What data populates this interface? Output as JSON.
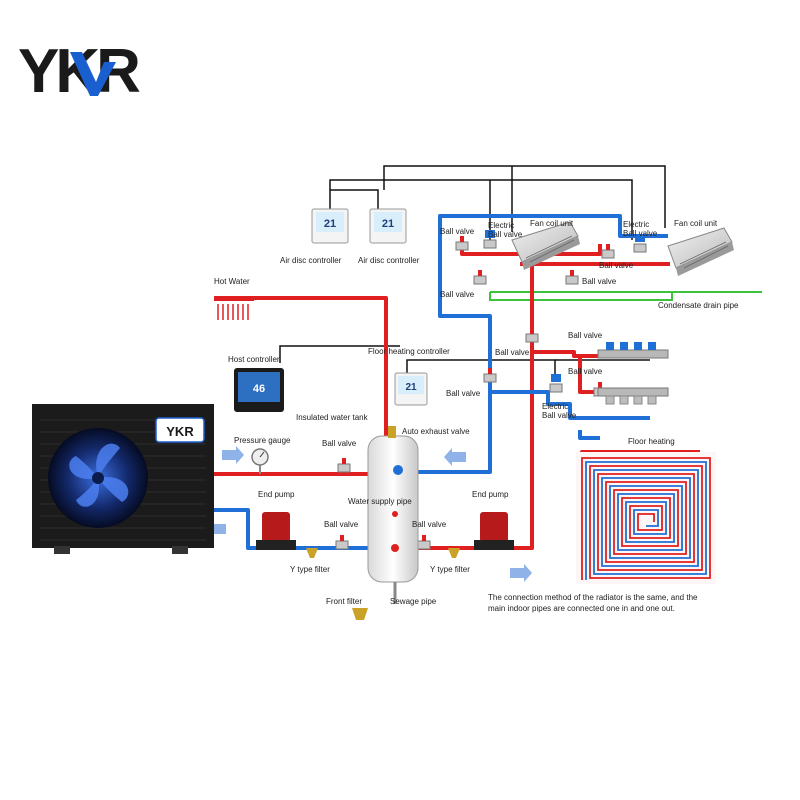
{
  "brand": {
    "logo": "YKR",
    "unit_badge": "YKR"
  },
  "thermostats": {
    "air_disc_display": "21",
    "floor_display": "21",
    "host_display": "46"
  },
  "labels": {
    "hot_water": "Hot Water",
    "host_controller": "Host controller",
    "air_disc_controller_1": "Air disc controller",
    "air_disc_controller_2": "Air disc controller",
    "ball_valve_top_left": "Ball valve",
    "electric_ball_valve_1": "Electric\nBall valve",
    "fan_coil_unit_1": "Fan coil unit",
    "electric_ball_valve_2": "Electric\nBall valve",
    "fan_coil_unit_2": "Fan coil unit",
    "ball_valve_fc1_left": "Ball valve",
    "ball_valve_fc_mid": "Ball valve",
    "ball_valve_fc_right": "Ball valve",
    "condensate_drain_pipe": "Condensate drain pipe",
    "ball_valve_manifold_top": "Ball valve",
    "ball_valve_riser": "Ball valve",
    "floor_heating_controller": "Floor heating controller",
    "ball_valve_floor": "Ball valve",
    "ball_valve_manifold_bottom": "Ball valve",
    "electric_ball_valve_floor": "Electric\nBall valve",
    "insulated_water_tank": "Insulated water tank",
    "auto_exhaust_valve": "Auto exhaust valve",
    "pressure_gauge": "Pressure gauge",
    "ball_valve_top_hp": "Ball valve",
    "floor_heating": "Floor heating",
    "end_pump_left": "End pump",
    "water_supply_pipe": "Water supply pipe",
    "end_pump_right": "End pump",
    "ball_valve_left_bottom": "Ball valve",
    "ball_valve_right_bottom": "Ball valve",
    "y_filter_left": "Y type filter",
    "y_filter_right": "Y type filter",
    "front_filter": "Front filter",
    "sewage_pipe": "Sewage pipe",
    "note": "The connection method of the radiator is the same, and the\nmain indoor pipes are connected one in and one out."
  },
  "colors": {
    "hot_pipe": "#e02020",
    "cold_pipe": "#1f6fd6",
    "drain_pipe": "#3cc23c",
    "wire": "#111111",
    "brand": "#1a1a1a",
    "brand_accent": "#1a5fd0"
  }
}
